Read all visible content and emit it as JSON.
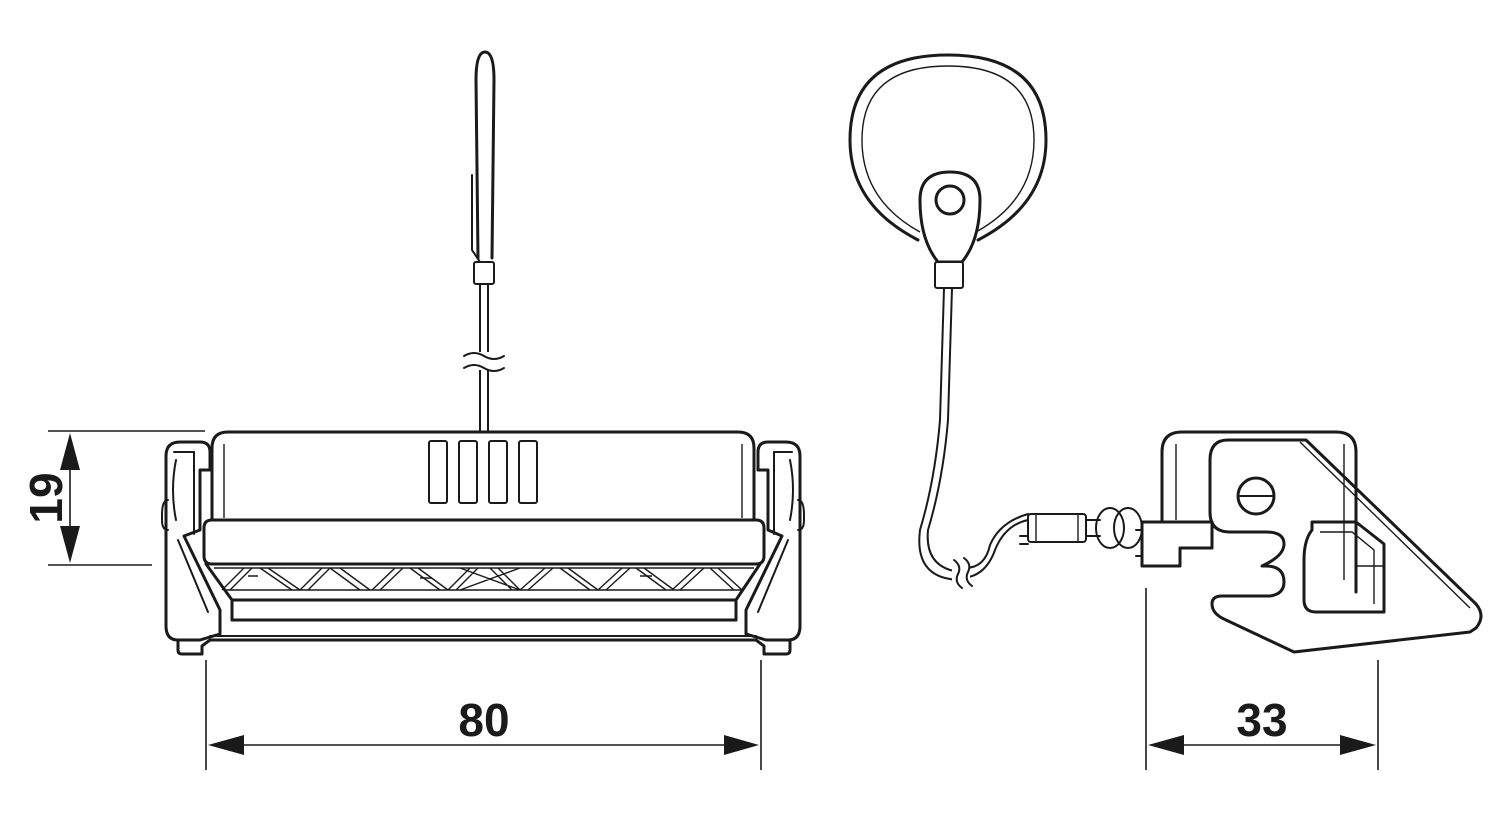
{
  "dimensions": {
    "height": "19",
    "width": "80",
    "depth": "33"
  },
  "colors": {
    "line": "#1a1a1a",
    "background": "#ffffff"
  }
}
